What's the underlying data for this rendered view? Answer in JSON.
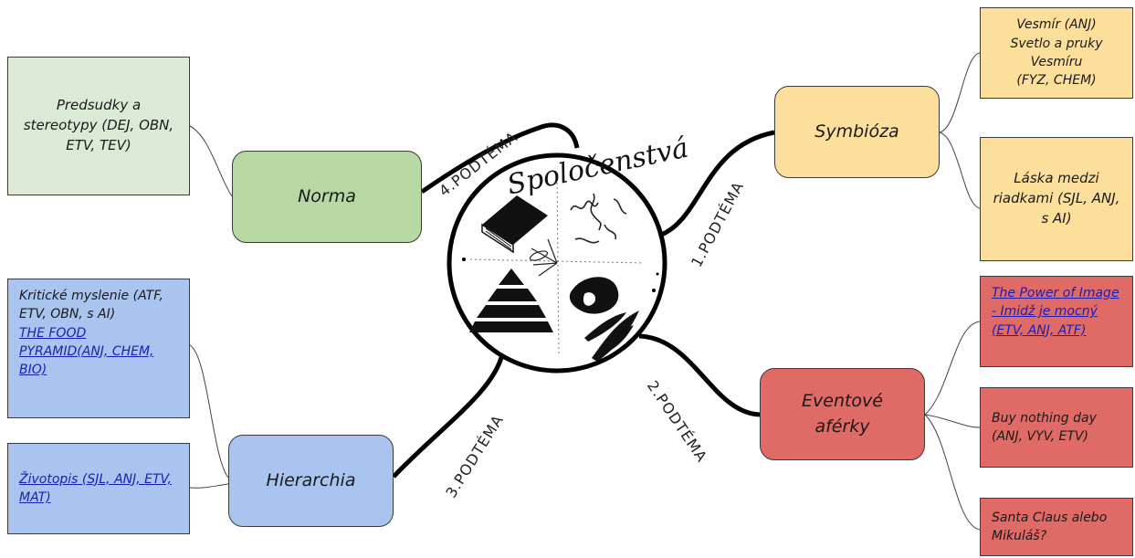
{
  "center": {
    "title": "Spoločenstvá"
  },
  "subtopic_labels": [
    "4.PODTÉMA",
    "1.PODTÉMA",
    "2.PODTÉMA",
    "3.PODTÉMA"
  ],
  "topics": {
    "norma": "Norma",
    "symbioza": "Symbióza",
    "eventove": "Eventové aférky",
    "hierarchia": "Hierarchia"
  },
  "leaves": {
    "predsudky": "Predsudky a stereotypy (DEJ, OBN, ETV, TEV)",
    "vesmir": [
      "Vesmír (ANJ)",
      "Svetlo a pruky Vesmíru",
      "(FYZ, CHEM)"
    ],
    "laska": "Láska medzi riadkami (SJL, ANJ, s AI)",
    "power_image": "The Power of Image - Imidž je mocný (ETV, ANJ, ATF)",
    "buy_nothing": "Buy nothing day (ANJ, VYV, ETV)",
    "santa": "Santa Claus alebo Mikuláš?",
    "kriticke": "Kritické myslenie (ATF, ETV, OBN, s AI)",
    "food_pyramid": "THE FOOD PYRAMID(ANJ, CHEM, BIO)",
    "zivotopis": "Životopis (SJL, ANJ, ETV, MAT)"
  },
  "colors": {
    "green": "#b7d7a3",
    "green_light": "#dbead5",
    "yellow": "#fddf9c",
    "red": "#df6a66",
    "blue": "#a8c4ef",
    "link": "#1d1db5"
  }
}
